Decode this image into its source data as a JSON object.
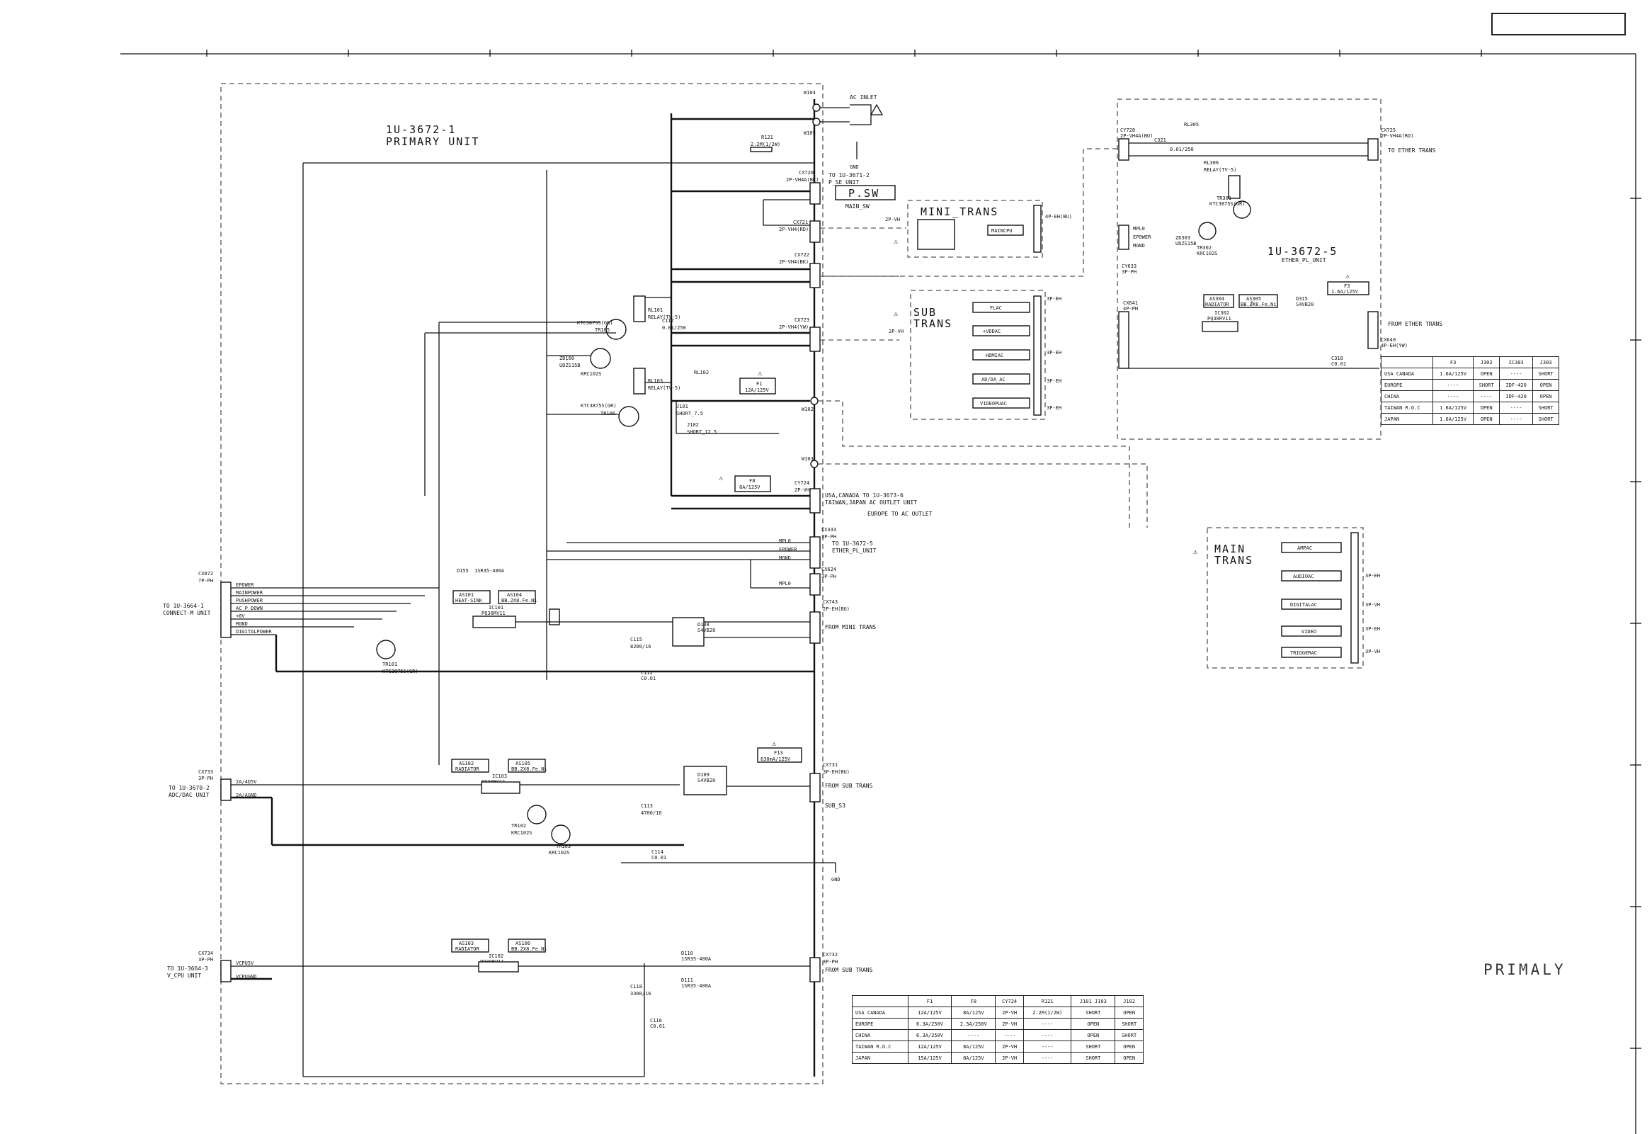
{
  "page_title": "PRIMALY",
  "primary_unit": {
    "id": "1U-3672-1",
    "name": "PRIMARY UNIT"
  },
  "ether_unit": {
    "id": "1U-3672-5",
    "name": "ETHER_PL_UNIT"
  },
  "transformers": {
    "mini": "MINI_TRANS",
    "sub": [
      "SUB",
      "TRANS"
    ],
    "main": [
      "MAIN",
      "TRANS"
    ]
  },
  "mini_trans_windings": [
    "MAINCPU"
  ],
  "sub_trans_windings": [
    "FLAC",
    "+VDDAC",
    "HDMIAC",
    "AD/DA_AC",
    "VIDEOPUAC"
  ],
  "main_trans_windings": [
    "AMPAC",
    "AUDIOAC",
    "DIGITALAC",
    "VIDEO",
    "TRIGGERAC"
  ],
  "connectors": {
    "ac_inlet": "AC INLET",
    "w104": "W104",
    "w105": "W105",
    "cx720": [
      "CX720",
      "2P-VH4A(BK)",
      "TO 1U-3671-2",
      "P_SE_UNIT"
    ],
    "psw": "P.SW",
    "main_sw": "MAIN_SW",
    "cx721": [
      "CX721",
      "2P-VH4(RD)"
    ],
    "cx722": [
      "CX722",
      "2P-VH4(BK)"
    ],
    "cx723": [
      "CX723",
      "2P-VH4(YW)"
    ],
    "w102": "W102",
    "w103": "W103",
    "cy724": [
      "CY724",
      "2P-VH"
    ],
    "outlet_1": "USA,CANADA   TO 1U-3673-6",
    "outlet_2": "TAIWAN,JAPAN  AC OUTLET UNIT",
    "outlet_3": "EUROPE   TO AC OUTLET",
    "cx333": [
      "CX333",
      "3P-PH",
      "TO 1U-3672-5",
      "ETHER_PL_UNIT"
    ],
    "cx624": [
      "CX624",
      "3P-PH"
    ],
    "cx743": [
      "CX743",
      "2P-EH(BU)",
      "FROM MINI TRANS"
    ],
    "cx731": [
      "CX731",
      "3P-EH(BU)",
      "FROM SUB TRANS",
      "SUB_S3"
    ],
    "cx732": [
      "CX732",
      "3P-PH",
      "FROM SUB TRANS"
    ],
    "cx072": [
      "CX072",
      "7P-PH",
      "TO 1U-3664-1",
      "CONNECT-M UNIT"
    ],
    "cx733": [
      "CX733",
      "3P-PH",
      "TO 1U-3670-2",
      "ADC/DAC UNIT"
    ],
    "cx734": [
      "CX734",
      "3P-PH",
      "TO 1U-3664-3",
      "V_CPU UNIT"
    ],
    "cx725": [
      "CX725",
      "2P-VH4A(RD)",
      "TO ETHER TRANS"
    ],
    "cx649": [
      "CX649",
      "4P-EH(YW)",
      "FROM ETHER TRANS"
    ],
    "cy728": [
      "CY728",
      "2P-VH4A(BU)"
    ],
    "cy633": [
      "CY633",
      "3P-PH"
    ],
    "cx641": [
      "CX641",
      "4P-PH"
    ]
  },
  "cx072_signals": [
    "EPOWER",
    "MAINPOWER",
    "PUSHPOWER",
    "AC_P_DOWN",
    "+6V",
    "MGND",
    "DIGITALPOWER"
  ],
  "cx333_signals": [
    "MPL0",
    "EPOWER",
    "MGND"
  ],
  "cx624_signals": [
    "MPL0"
  ],
  "cx733_signals": [
    "2A/4D5V",
    "2A/AGND"
  ],
  "cx734_signals": [
    "VCPU5V",
    "VCPUGND"
  ],
  "ether_signals": [
    "MPL0",
    "EPOWER",
    "MGND"
  ],
  "components": {
    "r121": [
      "R121",
      "2.2M(1/2W)"
    ],
    "rl101": [
      "RL101",
      "RELAY(TV-5)"
    ],
    "rl102": "RL102",
    "rl103": [
      "RL103",
      "RELAY(TV-5)"
    ],
    "c117": [
      "C117",
      "0.01/250"
    ],
    "f1": [
      "F1",
      "12A/125V"
    ],
    "f8": [
      "F8",
      "8A/125V"
    ],
    "f13": [
      "F13",
      "630mA/125V"
    ],
    "j101": [
      "J101",
      "SHORT_7.5"
    ],
    "j102": [
      "J102",
      "SHORT_12.5"
    ],
    "tr105": [
      "TR105",
      "KTC3875S(GR)"
    ],
    "tr104": [
      "TR104",
      "KRC102S"
    ],
    "tr106": [
      "TR106",
      "KTC3875S(GR)"
    ],
    "zd160": [
      "ZD160",
      "UDZS15B"
    ],
    "tr101": [
      "TR101",
      "KTC3875S(GR)"
    ],
    "ic101": [
      "IC101",
      "PQ30RV11"
    ],
    "ic102": [
      "IC102",
      "PQ30RV11"
    ],
    "ic103": [
      "IC103",
      "PQ30RV11"
    ],
    "as101": [
      "AS101",
      "HEAT-SINK"
    ],
    "as104": [
      "AS104",
      "BB.2X8.Fe.Ni"
    ],
    "as102": [
      "AS102",
      "RADIATOR"
    ],
    "as105": [
      "AS105",
      "BB.2X8.Fe.Ni"
    ],
    "as103": [
      "AS103",
      "RADIATOR"
    ],
    "as106": [
      "AS106",
      "BB.2X8.Fe.Ni"
    ],
    "d108": [
      "D108",
      "S4VB20"
    ],
    "d109": [
      "D109",
      "S4VB20"
    ],
    "d110": [
      "D110",
      "1SR35-400A"
    ],
    "d111": [
      "D111",
      "1SR35-400A"
    ],
    "d155": [
      "D155",
      "1SR35-400A"
    ],
    "c115": [
      "C115",
      "8200/16"
    ],
    "c113": [
      "C113",
      "4700/16"
    ],
    "c118": [
      "C118",
      "3300/16"
    ],
    "c112": [
      "C112",
      "C0.01"
    ],
    "c114": [
      "C114",
      "C0.01"
    ],
    "c116": [
      "C116",
      "C0.01"
    ],
    "tr102": [
      "TR102",
      "KRC102S"
    ],
    "tr103": [
      "TR103",
      "KRC102S"
    ],
    "gnd": "GND",
    "rl305": "RL305",
    "rl306": [
      "RL306",
      "RELAY(TV-5)"
    ],
    "c321": [
      "C321",
      "0.01/250"
    ],
    "tr301": [
      "TR301",
      "KTC3875S(GR)"
    ],
    "tr302": [
      "TR302",
      "KRC102S"
    ],
    "zd303": [
      "ZD303",
      "UDZS15B"
    ],
    "ic302": [
      "IC302",
      "PQ30RV11"
    ],
    "as304": [
      "AS304",
      "RADIATOR"
    ],
    "as305": [
      "AS305",
      "BB.2X8.Fe.Ni"
    ],
    "d315": [
      "D315",
      "S4VB20"
    ],
    "f3": [
      "F3",
      "1.6A/125V"
    ],
    "c318": [
      "C318",
      "C0.01"
    ]
  },
  "table_a": {
    "headers": [
      "",
      "F3",
      "J302",
      "IC303",
      "J303"
    ],
    "rows": [
      [
        "USA CANADA",
        "1.6A/125V",
        "OPEN",
        "----",
        "SHORT"
      ],
      [
        "EUROPE",
        "----",
        "SHORT",
        "IDF-420",
        "OPEN"
      ],
      [
        "CHINA",
        "----",
        "----",
        "IDF-420",
        "OPEN"
      ],
      [
        "TAIWAN R.O.C",
        "1.6A/125V",
        "OPEN",
        "----",
        "SHORT"
      ],
      [
        "JAPAN",
        "1.6A/125V",
        "OPEN",
        "----",
        "SHORT"
      ]
    ]
  },
  "table_b": {
    "headers": [
      "",
      "F1",
      "F8",
      "CY724",
      "R121",
      "J101 J103",
      "J102"
    ],
    "rows": [
      [
        "USA CANADA",
        "12A/125V",
        "8A/125V",
        "2P-VH",
        "2.2M(1/2W)",
        "SHORT",
        "OPEN"
      ],
      [
        "EUROPE",
        "6.3A/250V",
        "2.5A/250V",
        "2P-VH",
        "----",
        "OPEN",
        "SHORT"
      ],
      [
        "CHINA",
        "6.3A/250V",
        "----",
        "----",
        "----",
        "OPEN",
        "SHORT"
      ],
      [
        "TAIWAN R.O.C",
        "12A/125V",
        "8A/125V",
        "2P-VH",
        "----",
        "SHORT",
        "OPEN"
      ],
      [
        "JAPAN",
        "15A/125V",
        "8A/125V",
        "2P-VH",
        "----",
        "SHORT",
        "OPEN"
      ]
    ]
  }
}
